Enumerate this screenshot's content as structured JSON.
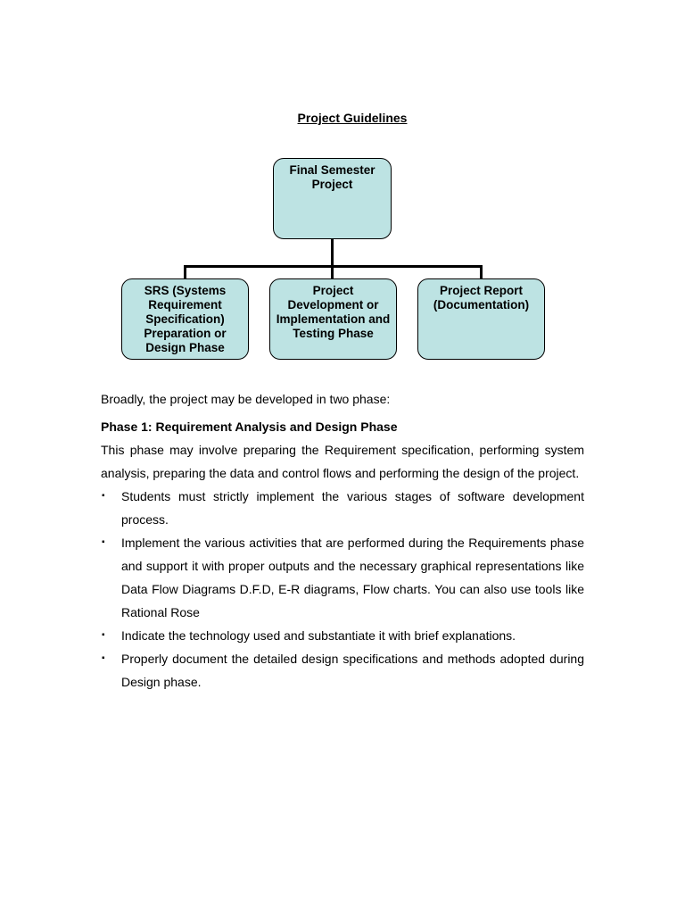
{
  "document": {
    "title": "Project Guidelines"
  },
  "chart": {
    "root": "Final Semester\nProject",
    "children": [
      "SRS (Systems\nRequirement\nSpecification)\nPreparation or\nDesign Phase",
      "Project\nDevelopment or\nImplementation and\nTesting Phase",
      "Project Report\n(Documentation)"
    ],
    "box_color": "#bde3e3"
  },
  "body": {
    "intro": "Broadly, the project may be developed in two phase:",
    "phase1_heading": "Phase 1:  Requirement Analysis and Design Phase",
    "phase1_text": "This phase may involve preparing the Requirement specification, performing system analysis, preparing the data and control flows and performing the design of the project.",
    "bullet_glyph": "▪",
    "bullets": [
      "Students must strictly implement the various stages of software development process.",
      "Implement the various activities that are performed during the Requirements phase and support it with proper outputs and the necessary graphical representations like Data Flow Diagrams D.F.D, E-R diagrams, Flow charts. You can also use tools  like Rational Rose",
      "Indicate the technology used and substantiate it with brief explanations.",
      "Properly document the detailed design specifications and methods adopted during Design phase."
    ]
  }
}
